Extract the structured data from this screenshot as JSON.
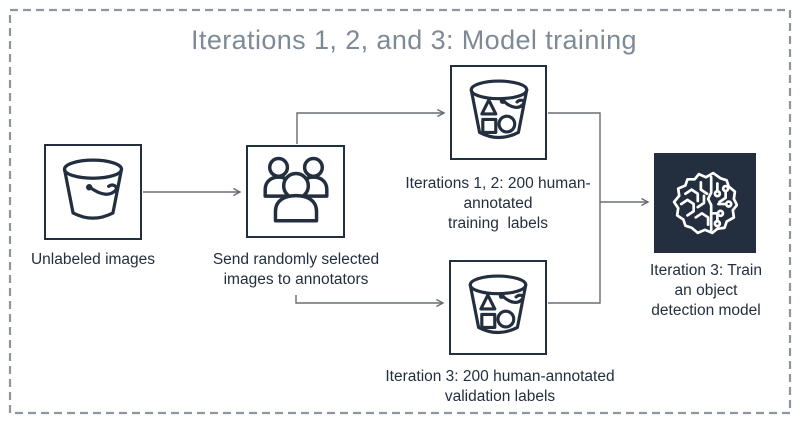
{
  "title": "Iterations 1, 2, and 3: Model training",
  "colors": {
    "accent_navy": "#232f3e",
    "connector_gray": "#696d73",
    "dashed_border_gray": "#8e979f",
    "title_gray": "#7e8a96",
    "background": "#ffffff"
  },
  "nodes": {
    "unlabeled": {
      "icon": "s3-bucket-icon",
      "lines": [
        "Unlabeled images"
      ]
    },
    "annotators": {
      "icon": "users-icon",
      "lines": [
        "Send randomly selected",
        "images to annotators"
      ]
    },
    "training_labels": {
      "icon": "s3-bucket-objects-icon",
      "lines": [
        "Iterations 1, 2: 200 human-",
        "annotated",
        "training  labels"
      ]
    },
    "validation_labels": {
      "icon": "s3-bucket-objects-icon",
      "lines": [
        "Iteration 3: 200 human-annotated",
        "validation labels"
      ]
    },
    "model": {
      "icon": "machine-learning-icon",
      "lines": [
        "Iteration 3: Train",
        "an object",
        "detection model"
      ]
    }
  }
}
